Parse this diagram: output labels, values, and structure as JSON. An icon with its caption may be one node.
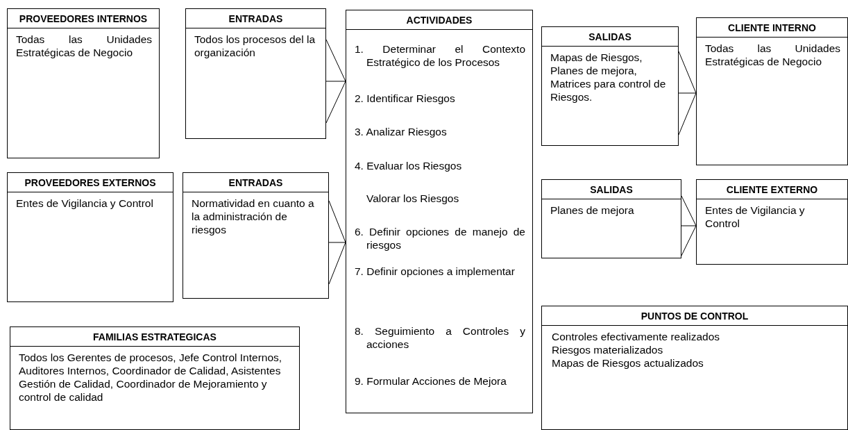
{
  "diagram": {
    "nodes": [
      {
        "text": [
          "PROVEEDORES INTERNOS",
          "Todas las Unidades Estratégicas de Negocio"
        ]
      },
      {
        "text": [
          "ENTRADAS",
          "Todos los procesos del la organización"
        ]
      },
      {
        "text": [
          "ACTIVIDADES",
          "1. Determinar el Contexto Estratégico de los Procesos",
          "2. Identificar Riesgos",
          "3. Analizar Riesgos",
          "4. Evaluar los Riesgos",
          "Valorar los Riesgos",
          "6. Definir opciones de manejo de riesgos",
          "7. Definir opciones a implementar",
          "8. Seguimiento a Controles y acciones",
          "9. Formular Acciones de Mejora"
        ]
      },
      {
        "text": [
          "SALIDAS",
          "Mapas de Riesgos, Planes de mejora, Matrices para control de Riesgos."
        ]
      },
      {
        "text": [
          "CLIENTE INTERNO",
          "Todas las Unidades Estratégicas de Negocio"
        ]
      },
      {
        "text": [
          "PROVEEDORES EXTERNOS",
          "Entes de Vigilancia y Control"
        ]
      },
      {
        "text": [
          "ENTRADAS",
          "Normatividad en cuanto a la administración de riesgos"
        ]
      },
      {
        "text": [
          "SALIDAS",
          "Planes de mejora"
        ]
      },
      {
        "text": [
          "CLIENTE EXTERNO",
          "Entes de Vigilancia y Control"
        ]
      },
      {
        "text": [
          "FAMILIAS ESTRATEGICAS",
          "Todos los Gerentes de procesos, Jefe Control Internos, Auditores Internos, Coordinador de Calidad, Asistentes Gestión de Calidad, Coordinador de Mejoramiento y control de calidad"
        ]
      },
      {
        "text": [
          "PUNTOS DE CONTROL",
          "Controles efectivamente realizados",
          "Riesgos materializados",
          "Mapas de Riesgos actualizados"
        ]
      }
    ],
    "edges": [
      {
        "from": 1,
        "to": 2,
        "arrow": "to"
      },
      {
        "from": 6,
        "to": 2,
        "arrow": "to"
      },
      {
        "from": 3,
        "to": 4,
        "arrow": "to"
      },
      {
        "from": 7,
        "to": 8,
        "arrow": "to"
      }
    ]
  }
}
